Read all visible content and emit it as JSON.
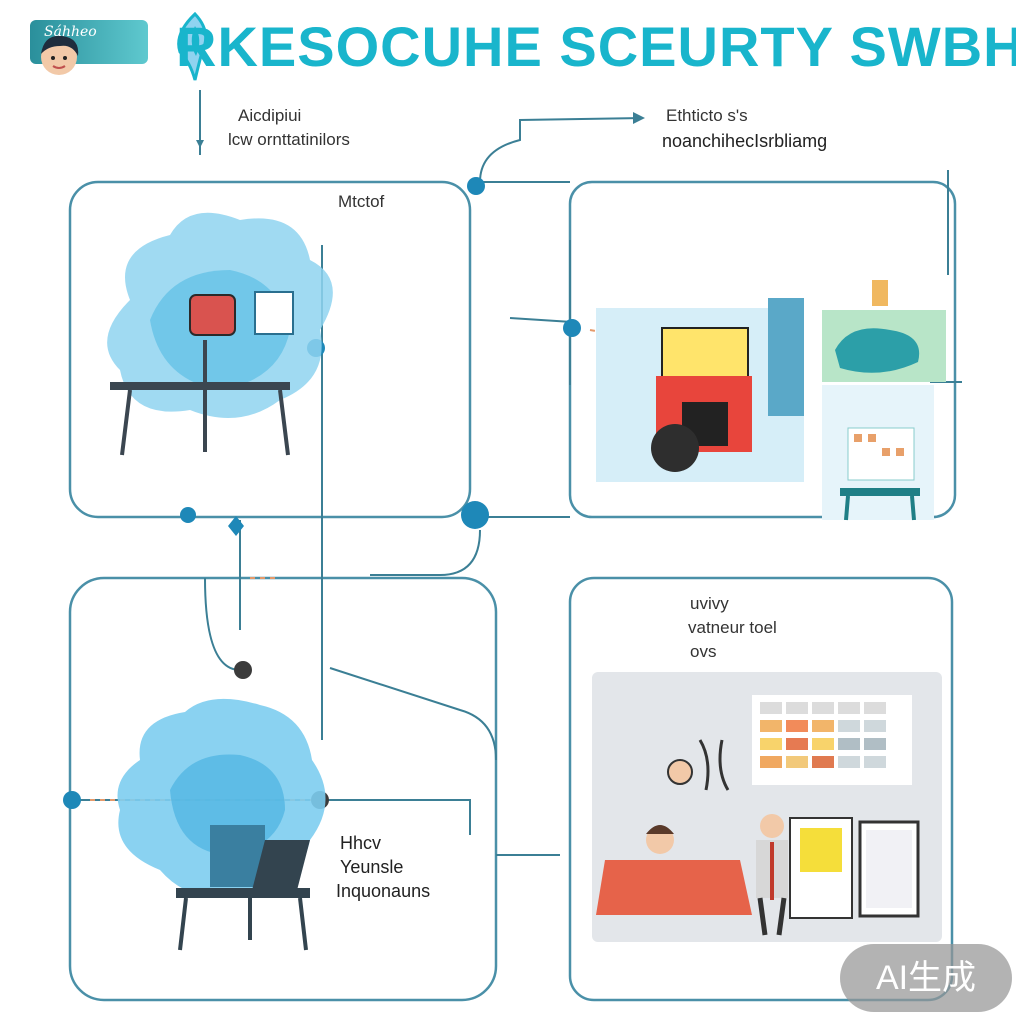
{
  "header": {
    "logo_text": "Sáhheo",
    "title": "RKESOCUHE SCEURTY SWBHSE"
  },
  "annotations": {
    "top_left_line1": "Aicdipiui",
    "top_left_line2": "lcw ornttatinilors",
    "top_right_line1": "Ethticto s's",
    "top_right_line2": "noanchihecIsrbliamg",
    "center_small": "Mtctof",
    "lower_right_line1": "uvivy",
    "lower_right_line2": "vatneur toel",
    "lower_right_line3": "ovs",
    "lower_left_line1": "Hhcv",
    "lower_left_line2": "Yeunsle",
    "lower_left_line3": "Inquonauns"
  },
  "watermark": "AI生成",
  "colors": {
    "title": "#19b5cc",
    "frame": "#4a90a8",
    "node": "#1e88b8",
    "cloud": "#8fd3f0",
    "panel_gray": "#e3e6ea"
  }
}
